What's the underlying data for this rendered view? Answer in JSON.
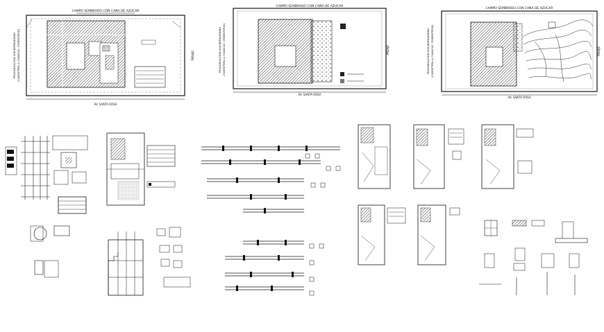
{
  "drawing": {
    "plans": [
      {
        "top_label": "CAMPO SEMBRADO CON CAÑA DE AZUCAR",
        "left_label_1": "PROLONGACION SAN BERNARDINO",
        "left_label_2": "(CARRETERA A CHANCAY, CEMENTERIO)",
        "right_label": "PASAJE",
        "bottom_label": "AV. SANTA ROSA"
      },
      {
        "top_label": "CAMPO SEMBRADO CON CAÑA DE AZUCAR",
        "left_label_1": "PROLONGACION SAN BERNARDINO",
        "left_label_2": "(CARRETERA A CHANCAY, CEMENTERIO)",
        "right_label": "PASAJE",
        "bottom_label": "AV. SANTA ROSA"
      },
      {
        "top_label": "CAMPO SEMBRADO CON CAÑA DE AZUCAR",
        "left_label_1": "PROLONGACION SAN BERNARDINO",
        "left_label_2": "(CARRETERA A CHANCAY, CEMENTERIO)",
        "right_label": "PASAJE",
        "bottom_label": "AV. SANTA ROSA"
      }
    ],
    "colors": {
      "line": "#111111",
      "hatch": "#333333",
      "paper": "#ffffff"
    }
  }
}
